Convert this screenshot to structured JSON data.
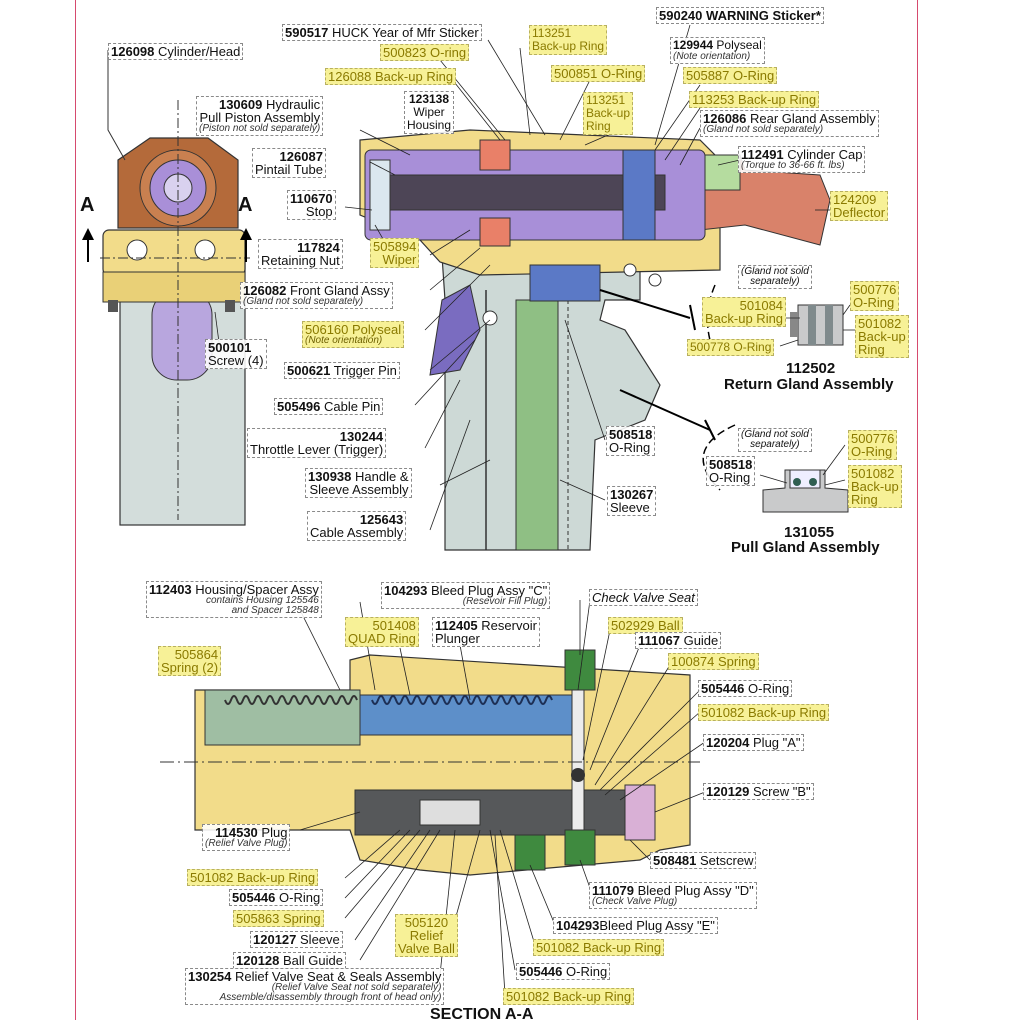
{
  "section_title": "SECTION A-A",
  "section_markers": [
    "A",
    "A"
  ],
  "assembly_titles": {
    "return_gland": {
      "num": "112502",
      "name": "Return Gland Assembly"
    },
    "pull_gland": {
      "num": "131055",
      "name": "Pull Gland Assembly"
    }
  },
  "colors": {
    "accent_border": "#d64a6e",
    "highlight": "#f7f197",
    "housing": "#f2dc8a",
    "piston": "#a88fd8",
    "gland_blue": "#5b79c6",
    "seal_red": "#e98068",
    "cylinder_cap": "#b5dc9f",
    "deflector": "#d9826a",
    "handle": "#cdd9d6",
    "sleeve": "#8fbf84"
  },
  "labels": {
    "huck_sticker": {
      "num": "590517",
      "text": "HUCK Year of Mfr Sticker"
    },
    "warning_sticker": {
      "num": "590240",
      "text": "WARNING Sticker*"
    },
    "backup_113251_a": {
      "num": "113251",
      "text": "Back-up Ring"
    },
    "oring_500823": {
      "num": "500823",
      "text": "O-ring"
    },
    "cylinder_head": {
      "num": "126098",
      "text": "Cylinder/Head"
    },
    "polyseal_129944": {
      "num": "129944",
      "text": "Polyseal",
      "sub": "(Note orientation)"
    },
    "backup_126088": {
      "num": "126088",
      "text": "Back-up Ring"
    },
    "oring_500851": {
      "num": "500851",
      "text": "O-Ring"
    },
    "oring_505887": {
      "num": "505887",
      "text": "O-Ring"
    },
    "wiper_housing": {
      "num": "123138",
      "line2": "Wiper",
      "line3": "Housing"
    },
    "backup_113251_b": {
      "num": "113251",
      "line2": "Back-up",
      "line3": "Ring"
    },
    "backup_113253": {
      "num": "113253",
      "text": "Back-up Ring"
    },
    "hydraulic_piston": {
      "num": "130609",
      "text": "Hydraulic",
      "line2": "Pull Piston Assembly",
      "sub": "(Piston not sold separately)"
    },
    "rear_gland": {
      "num": "126086",
      "text": "Rear Gland Assembly",
      "sub": "(Gland not sold separately)"
    },
    "pintail_tube": {
      "num": "126087",
      "text": "Pintail Tube"
    },
    "cylinder_cap": {
      "num": "112491",
      "text": "Cylinder Cap",
      "sub": "(Torque to 36-66 ft. lbs)"
    },
    "stop": {
      "num": "110670",
      "text": "Stop"
    },
    "deflector": {
      "num": "124209",
      "text": "Deflector"
    },
    "retaining_nut": {
      "num": "117824",
      "text": "Retaining Nut"
    },
    "wiper_505894": {
      "num": "505894",
      "text": "Wiper"
    },
    "front_gland": {
      "num": "126082",
      "text": "Front Gland Assy",
      "sub": "(Gland not sold separately)"
    },
    "polyseal_506160": {
      "num": "506160",
      "text": "Polyseal",
      "sub": "(Note orientation)"
    },
    "screw_500101": {
      "num": "500101",
      "text": "Screw (4)"
    },
    "trigger_pin": {
      "num": "500621",
      "text": "Trigger Pin"
    },
    "cable_pin": {
      "num": "505496",
      "text": "Cable Pin"
    },
    "throttle_lever": {
      "num": "130244",
      "text": "Throttle Lever (Trigger)"
    },
    "handle_sleeve": {
      "num": "130938",
      "text": "Handle &",
      "line2": "Sleeve Assembly"
    },
    "cable_assembly": {
      "num": "125643",
      "text": "Cable Assembly"
    },
    "oring_508518_a": {
      "num": "508518",
      "text": "O-Ring"
    },
    "sleeve_130267": {
      "num": "130267",
      "text": "Sleeve"
    },
    "rg_note": {
      "text": "(Gland not sold",
      "line2": "separately)"
    },
    "rg_oring_500776": {
      "num": "500776",
      "text": "O-Ring"
    },
    "rg_backup_501084": {
      "num": "501084",
      "text": "Back-up Ring"
    },
    "rg_backup_501082": {
      "num": "501082",
      "line2": "Back-up",
      "line3": "Ring"
    },
    "rg_oring_500778": {
      "num": "500778",
      "text": "O-Ring"
    },
    "pg_note": {
      "text": "(Gland not sold",
      "line2": "separately)"
    },
    "pg_oring_500776": {
      "num": "500776",
      "text": "O-Ring"
    },
    "pg_oring_508518": {
      "num": "508518",
      "text": "O-Ring"
    },
    "pg_backup_501082": {
      "num": "501082",
      "line2": "Back-up",
      "line3": "Ring"
    },
    "housing_spacer": {
      "num": "112403",
      "text": "Housing/Spacer Assy",
      "sub": "contains Housing 125546",
      "sub2": "and Spacer 125848"
    },
    "bleed_plug_c": {
      "num": "104293",
      "text": "Bleed Plug Assy \"C\"",
      "sub": "(Resevoir Fill Plug)"
    },
    "check_valve_seat": {
      "text": "Check Valve Seat"
    },
    "spring_505864": {
      "num": "505864",
      "text": "Spring (2)"
    },
    "quad_ring": {
      "num": "501408",
      "text": "QUAD Ring"
    },
    "reservoir_plunger": {
      "num": "112405",
      "text": "Reservoir",
      "line2": "Plunger"
    },
    "ball_502929": {
      "num": "502929",
      "text": "Ball"
    },
    "guide_111067": {
      "num": "111067",
      "text": "Guide"
    },
    "spring_100874": {
      "num": "100874",
      "text": "Spring"
    },
    "oring_505446_a": {
      "num": "505446",
      "text": "O-Ring"
    },
    "backup_501082_a": {
      "num": "501082",
      "text": "Back-up Ring"
    },
    "plug_a": {
      "num": "120204",
      "text": "Plug \"A\""
    },
    "screw_b": {
      "num": "120129",
      "text": "Screw \"B\""
    },
    "plug_114530": {
      "num": "114530",
      "text": "Plug",
      "sub": "(Relief Valve Plug)"
    },
    "setscrew": {
      "num": "508481",
      "text": "Setscrew"
    },
    "backup_501082_b": {
      "num": "501082",
      "text": "Back-up Ring"
    },
    "bleed_plug_d": {
      "num": "111079",
      "text": "Bleed Plug Assy \"D\"",
      "sub": "(Check Valve Plug)"
    },
    "oring_505446_b": {
      "num": "505446",
      "text": "O-Ring"
    },
    "spring_505863": {
      "num": "505863",
      "text": "Spring"
    },
    "relief_ball": {
      "num": "505120",
      "line2": "Relief",
      "line3": "Valve Ball"
    },
    "bleed_plug_e": {
      "num": "104293",
      "text": "Bleed Plug Assy \"E\""
    },
    "sleeve_120127": {
      "num": "120127",
      "text": "Sleeve"
    },
    "backup_501082_c": {
      "num": "501082",
      "text": "Back-up Ring"
    },
    "ball_guide": {
      "num": "120128",
      "text": "Ball Guide"
    },
    "oring_505446_c": {
      "num": "505446",
      "text": "O-Ring"
    },
    "relief_seat": {
      "num": "130254",
      "text": "Relief Valve Seat & Seals Assembly",
      "sub": "(Relief Valve Seat not sold separately)",
      "sub2": "Assemble/disassembly through front of head only)"
    },
    "backup_501082_d": {
      "num": "501082",
      "text": "Back-up Ring"
    }
  }
}
